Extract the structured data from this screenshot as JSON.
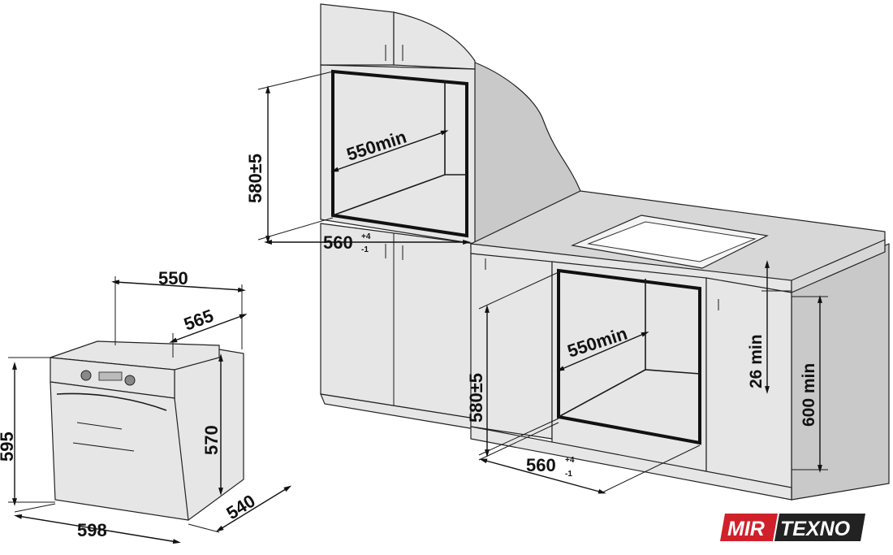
{
  "oven": {
    "dim_depth_top": "550",
    "dim_depth_total": "565",
    "dim_height_total": "595",
    "dim_height_inner": "570",
    "dim_width": "598",
    "dim_depth_body": "540"
  },
  "column_niche": {
    "dim_height": "580±5",
    "dim_depth": "550min",
    "dim_width": "560",
    "dim_width_tol_plus": "+4",
    "dim_width_tol_minus": "-1"
  },
  "undercounter_niche": {
    "dim_height": "580±5",
    "dim_depth": "550min",
    "dim_width": "560",
    "dim_width_tol_plus": "+4",
    "dim_width_tol_minus": "-1",
    "dim_gap": "26 min",
    "dim_min_height": "600 min"
  },
  "logo": {
    "part1": "MIR",
    "part2": "TEXNO",
    "color_red": "#d0202a",
    "color_dark": "#222222"
  }
}
